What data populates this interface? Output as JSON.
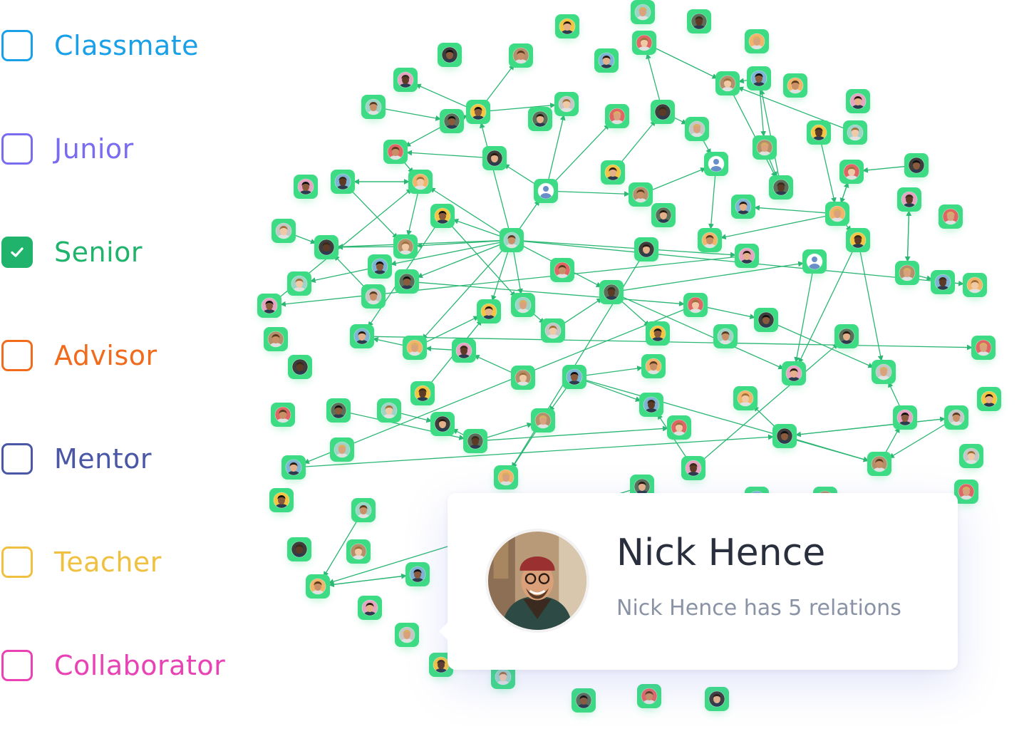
{
  "filters": [
    {
      "label": "Classmate",
      "color": "#1aa0e6",
      "checked": false
    },
    {
      "label": "Junior",
      "color": "#7a6cf0",
      "checked": false
    },
    {
      "label": "Senior",
      "color": "#1fb36b",
      "checked": true
    },
    {
      "label": "Advisor",
      "color": "#f06b1c",
      "checked": false
    },
    {
      "label": "Mentor",
      "color": "#4a56a6",
      "checked": false
    },
    {
      "label": "Teacher",
      "color": "#f0c040",
      "checked": false
    },
    {
      "label": "Collaborator",
      "color": "#e842b4",
      "checked": false
    }
  ],
  "graph": {
    "node_color": "#3ddc84",
    "edge_color": "#2bb673",
    "node_count": 120
  },
  "tooltip": {
    "name": "Nick Hence",
    "relations_text": "Nick Hence has 5 relations"
  }
}
